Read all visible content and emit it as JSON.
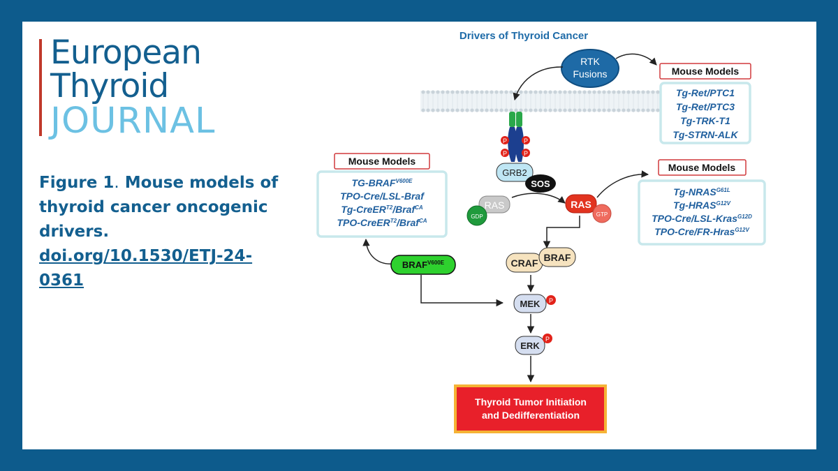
{
  "journal": {
    "line1": "European",
    "line2": "Thyroid",
    "line3": "JOURNAL"
  },
  "caption": {
    "figure_label": "Figure 1",
    "separator": ".",
    "title": " Mouse models of thyroid cancer oncogenic drivers.",
    "doi": "doi.org/10.1530/ETJ-24-0361"
  },
  "diagram": {
    "title": "Drivers of Thyroid Cancer",
    "rtk_line1": "RTK",
    "rtk_line2": "Fusions",
    "mouse_models_label": "Mouse Models",
    "rtk_models": [
      "Tg-Ret/PTC1",
      "Tg-Ret/PTC3",
      "Tg-TRK-T1",
      "Tg-STRN-ALK"
    ],
    "ras_models": [
      {
        "base": "Tg-NRAS",
        "sup": "G61L"
      },
      {
        "base": "Tg-HRAS",
        "sup": "G12V"
      },
      {
        "base": "TPO-Cre/LSL-Kras",
        "sup": "G12D"
      },
      {
        "base": "TPO-Cre/FR-Hras",
        "sup": "G12V"
      }
    ],
    "braf_models": [
      {
        "parts": [
          {
            "t": "TG-BRAF"
          },
          {
            "t": "V600E",
            "sup": true
          }
        ]
      },
      {
        "parts": [
          {
            "t": "TPO-Cre/LSL-Braf"
          }
        ]
      },
      {
        "parts": [
          {
            "t": "Tg-CreER"
          },
          {
            "t": "T2",
            "sup": true
          },
          {
            "t": "/Braf"
          },
          {
            "t": "CA",
            "sup": true
          }
        ]
      },
      {
        "parts": [
          {
            "t": "TPO-CreER"
          },
          {
            "t": "T2",
            "sup": true
          },
          {
            "t": "/Braf"
          },
          {
            "t": "CA",
            "sup": true
          }
        ]
      }
    ],
    "grb2": "GRB2",
    "sos": "SOS",
    "ras": "RAS",
    "gdp": "GDP",
    "gtp": "GTP",
    "p": "P",
    "braf_v600e": {
      "base": "BRAF",
      "sup": "V600E"
    },
    "craf": "CRAF",
    "braf": "BRAF",
    "mek": "MEK",
    "erk": "ERK",
    "outcome_line1": "Thyroid Tumor Initiation",
    "outcome_line2": "and Dedifferentiation"
  },
  "colors": {
    "frame": "#0d5b8c",
    "brand": "#135f8f",
    "journal_light": "#6cc1e3",
    "accent_red": "#c0392b",
    "model_text": "#1f5f9e",
    "box_border": "#c8e8ec",
    "braf_green": "#2ed12e",
    "ras_red": "#e2331f",
    "outcome_red": "#e8202a",
    "outcome_border": "#f5b335"
  }
}
